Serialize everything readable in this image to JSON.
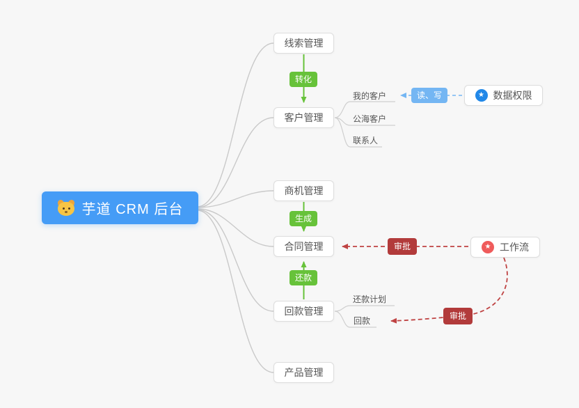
{
  "root": {
    "label": "芋道 CRM 后台",
    "icon": "dog-face"
  },
  "nodes": {
    "leads": {
      "label": "线索管理"
    },
    "customers": {
      "label": "客户管理"
    },
    "opportunities": {
      "label": "商机管理"
    },
    "contracts": {
      "label": "合同管理"
    },
    "receivables": {
      "label": "回款管理"
    },
    "products": {
      "label": "产品管理"
    }
  },
  "subnodes": {
    "my_customers": {
      "label": "我的客户"
    },
    "public_customers": {
      "label": "公海客户"
    },
    "contacts": {
      "label": "联系人"
    },
    "repayment_plan": {
      "label": "还款计划"
    },
    "repayment": {
      "label": "回款"
    }
  },
  "badges": {
    "convert": {
      "label": "转化",
      "color": "#67c23a"
    },
    "generate": {
      "label": "生成",
      "color": "#67c23a"
    },
    "repay": {
      "label": "还款",
      "color": "#67c23a"
    },
    "read_write": {
      "label": "读、写",
      "color": "#74b6f3"
    },
    "approve_contract": {
      "label": "审批",
      "color": "#b23b3b"
    },
    "approve_receivable": {
      "label": "审批",
      "color": "#b23b3b"
    }
  },
  "side_nodes": {
    "data_permission": {
      "label": "数据权限",
      "icon": "star-in-circle",
      "icon_char": "★",
      "icon_color": "#2188e8"
    },
    "workflow": {
      "label": "工作流",
      "icon": "star-in-circle",
      "icon_char": "★",
      "icon_color": "#ef5b5b"
    }
  },
  "colors": {
    "background": "#f7f7f7",
    "root_bg": "#459cf6",
    "node_border": "#dddddd",
    "node_text": "#555555",
    "line_gray": "#c9c9c9",
    "arrow_green": "#67c23a",
    "arrow_blue": "#74b6f3",
    "arrow_red": "#bf4343"
  }
}
